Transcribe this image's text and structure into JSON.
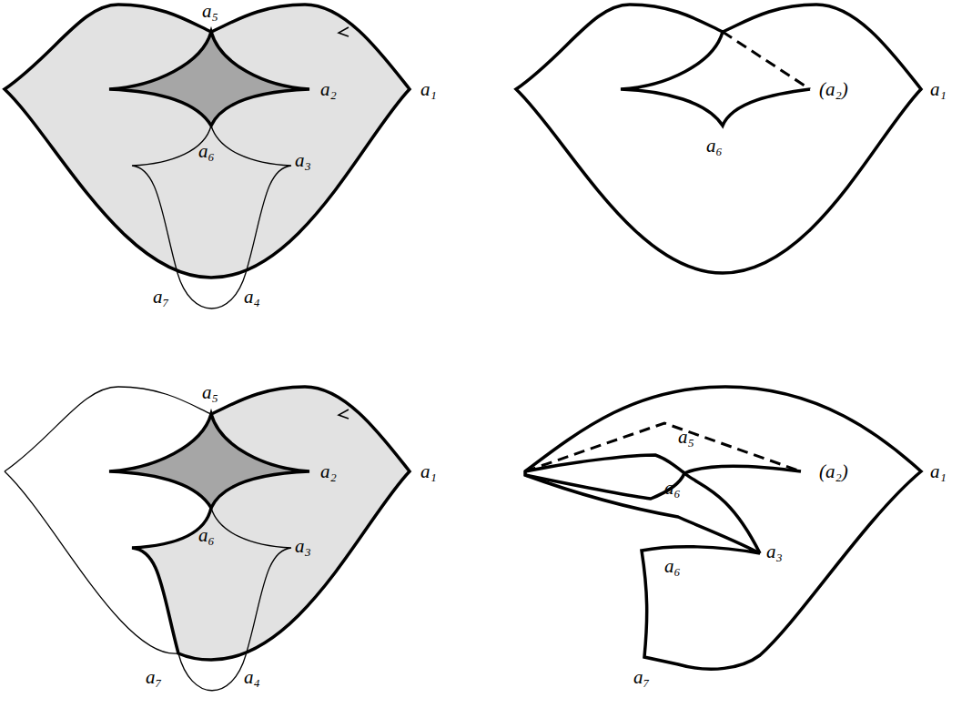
{
  "diagram": {
    "labels": [
      "a₅",
      "a₂",
      "a₁",
      "a₆",
      "a₃",
      "a₇",
      "a₄",
      "(a₂)",
      "a₁",
      "a₆",
      "a₅",
      "a₂",
      "a₁",
      "a₆",
      "a₃",
      "a₇",
      "a₄",
      "a₅",
      "(a₂)",
      "a₁",
      "a₆",
      "a₃",
      "a₆",
      "a₇"
    ]
  }
}
